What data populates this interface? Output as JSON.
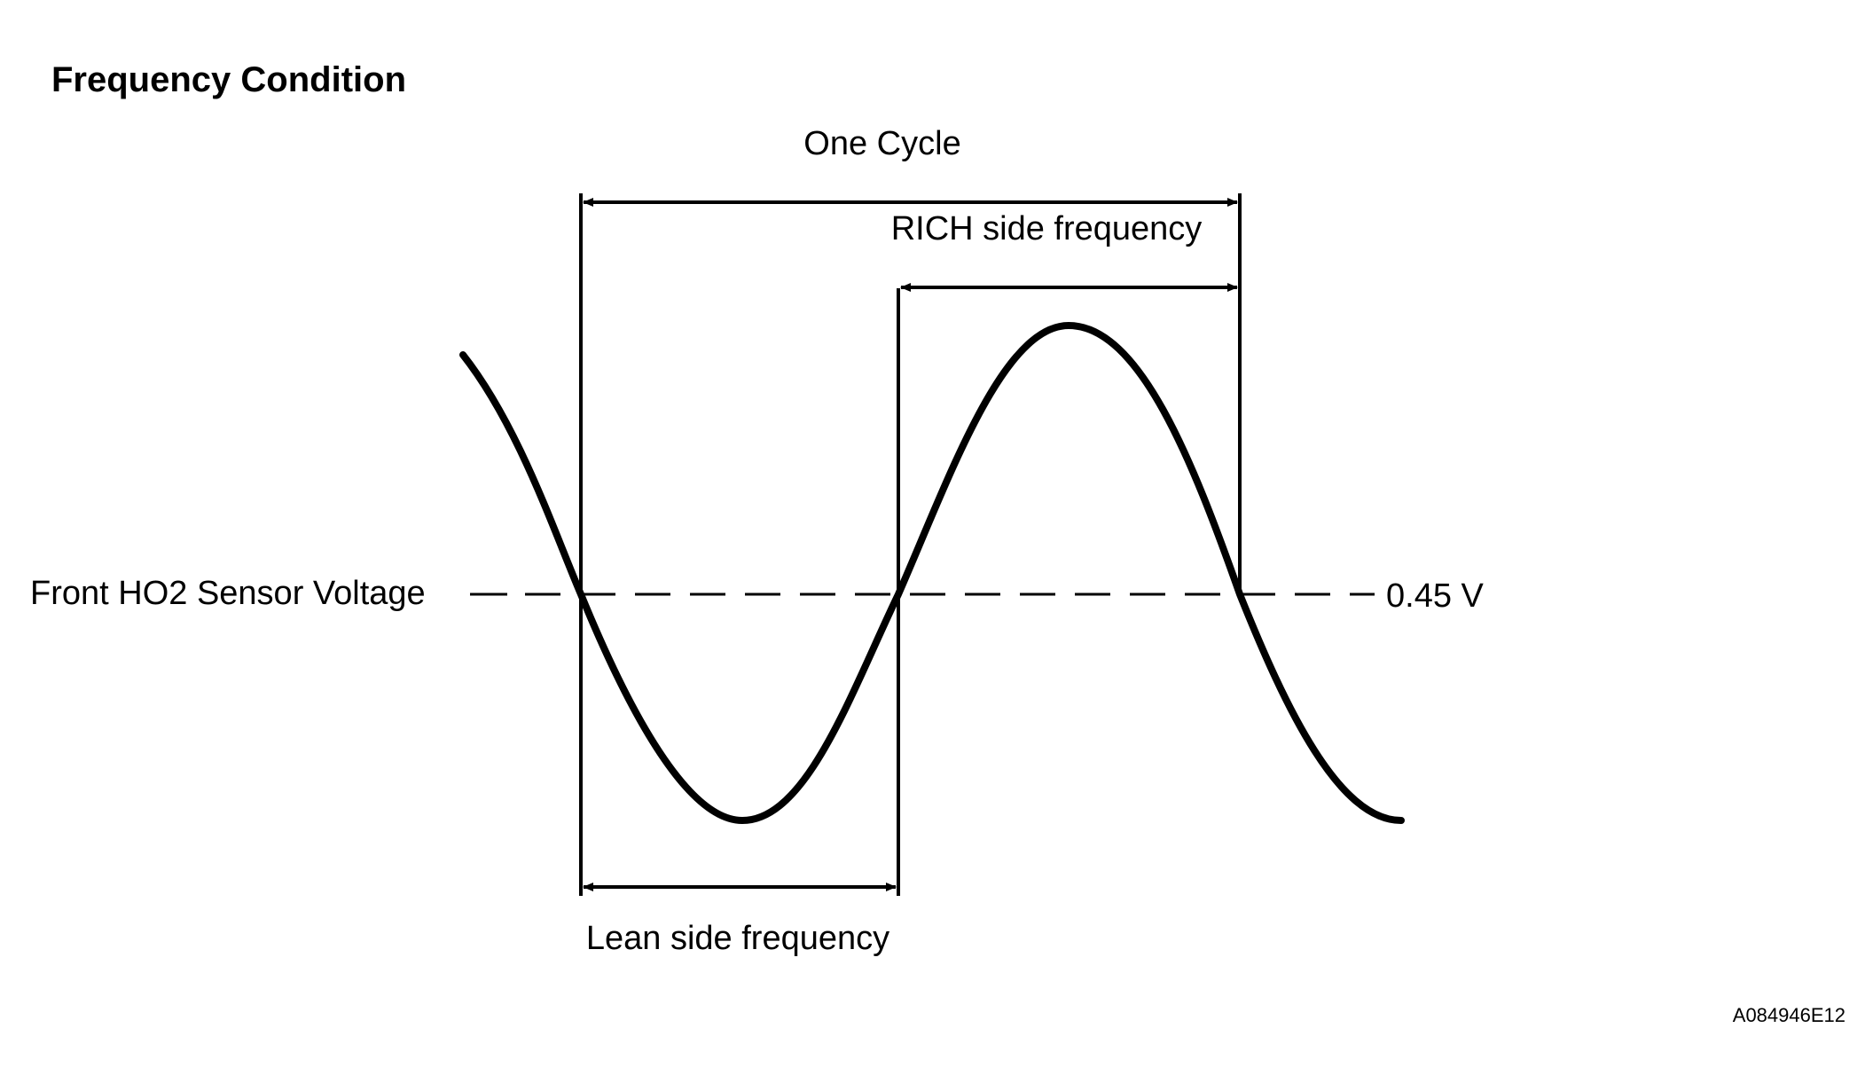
{
  "title": "Frequency Condition",
  "labels": {
    "one_cycle": "One Cycle",
    "rich_side": "RICH side frequency",
    "lean_side": "Lean side frequency",
    "sensor_voltage": "Front HO2 Sensor Voltage",
    "threshold": "0.45 V"
  },
  "figure_code": "A084946E12"
}
